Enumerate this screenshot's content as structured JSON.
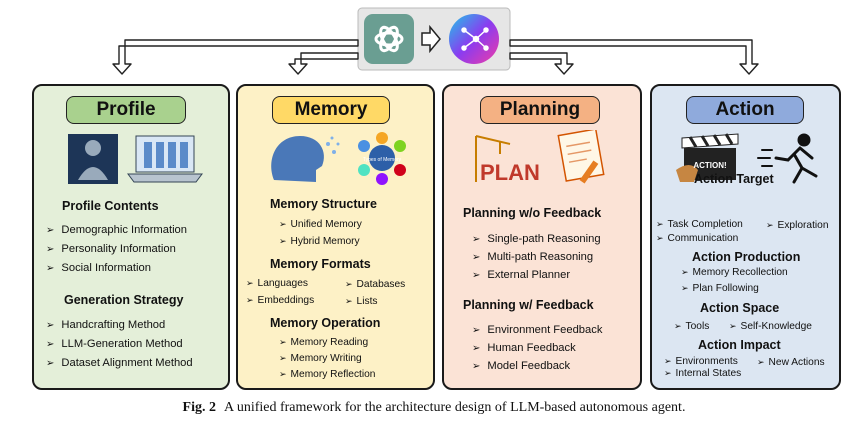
{
  "profile": {
    "title": "Profile",
    "contents_heading": "Profile Contents",
    "contents": [
      "Demographic Information",
      "Personality Information",
      "Social Information"
    ],
    "strategy_heading": "Generation Strategy",
    "strategies": [
      "Handcrafting Method",
      "LLM-Generation Method",
      "Dataset Alignment Method"
    ]
  },
  "memory": {
    "title": "Memory",
    "structure_heading": "Memory Structure",
    "structures": [
      "Unified Memory",
      "Hybrid Memory"
    ],
    "formats_heading": "Memory Formats",
    "formats": [
      "Languages",
      "Databases",
      "Embeddings",
      "Lists"
    ],
    "operation_heading": "Memory Operation",
    "operations": [
      "Memory Reading",
      "Memory Writing",
      "Memory Reflection"
    ],
    "art_label": "Types of Memory"
  },
  "planning": {
    "title": "Planning",
    "wo_heading": "Planning w/o Feedback",
    "wo_items": [
      "Single-path Reasoning",
      "Multi-path Reasoning",
      "External Planner"
    ],
    "w_heading": "Planning w/ Feedback",
    "w_items": [
      "Environment Feedback",
      "Human Feedback",
      "Model Feedback"
    ],
    "art_label": "PLAN"
  },
  "action": {
    "title": "Action",
    "target_heading": "Action Target",
    "targets": [
      "Task Completion",
      "Exploration",
      "Communication"
    ],
    "production_heading": "Action Production",
    "productions": [
      "Memory Recollection",
      "Plan Following"
    ],
    "space_heading": "Action Space",
    "spaces": [
      "Tools",
      "Self-Knowledge"
    ],
    "impact_heading": "Action Impact",
    "impacts": [
      "Environments",
      "New Actions",
      "Internal States"
    ],
    "art_label": "ACTION!"
  },
  "caption": {
    "label": "Fig. 2",
    "text": "A unified framework for the architecture design of LLM-based autonomous agent."
  },
  "colors": {
    "profile_bg": "#e4efd9",
    "profile_tag": "#a9d18e",
    "memory_bg": "#fdf1c6",
    "memory_tag": "#ffd966",
    "planning_bg": "#fbe3d6",
    "planning_tag": "#f4b183",
    "action_bg": "#dce6f2",
    "action_tag": "#8faadc"
  }
}
